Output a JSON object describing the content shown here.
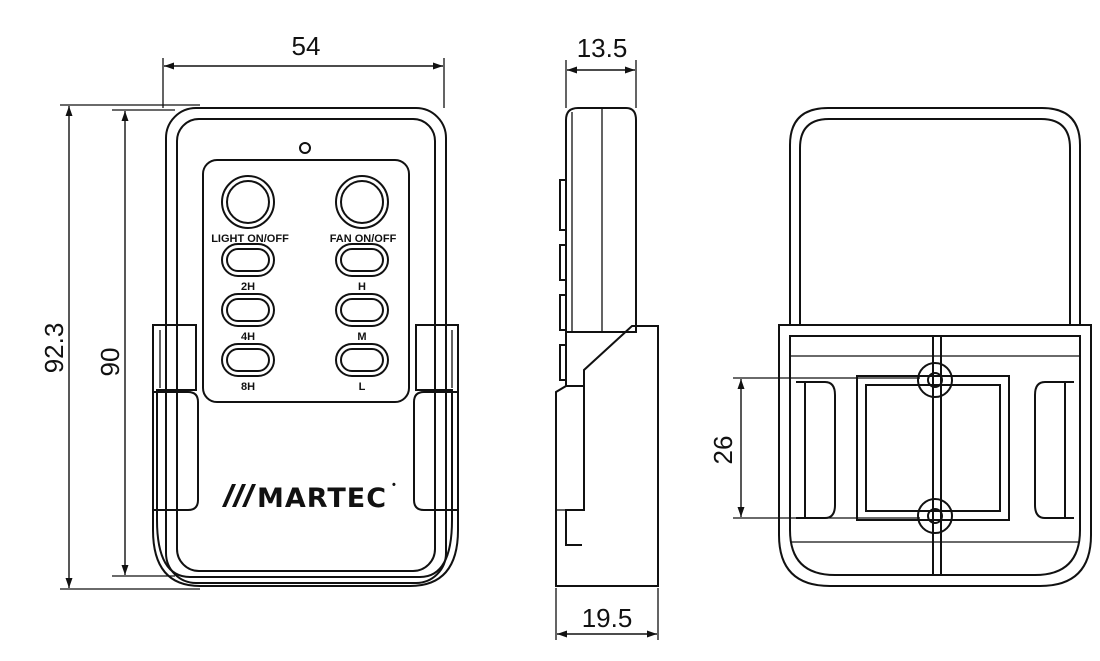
{
  "dimensions": {
    "width": "54",
    "depth_top": "13.5",
    "depth_bottom": "19.5",
    "height_total": "92.3",
    "height_remote": "90",
    "hole_spacing": "26"
  },
  "buttons": {
    "light_on_off": "LIGHT ON/OFF",
    "fan_on_off": "FAN ON/OFF",
    "timer_2h": "2H",
    "timer_4h": "4H",
    "timer_8h": "8H",
    "fan_high": "H",
    "fan_medium": "M",
    "fan_low": "L"
  },
  "brand": {
    "logo_text": "MARTEC",
    "registered_mark": "•"
  }
}
